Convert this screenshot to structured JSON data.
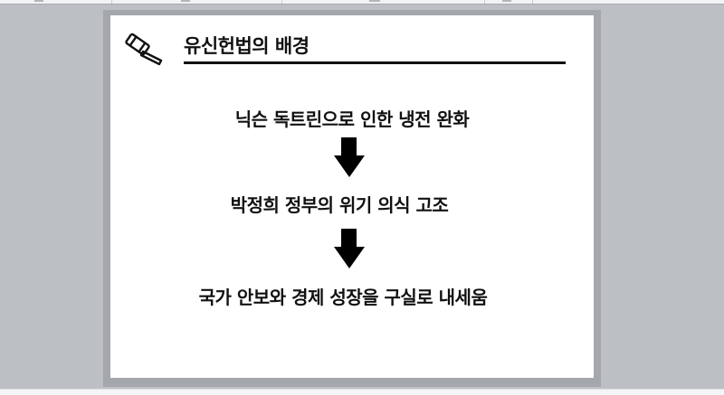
{
  "slide": {
    "title": "유신헌법의 배경",
    "title_icon": "gavel-icon",
    "flow": [
      {
        "text": "닉슨 독트린으로 인한 냉전 완화"
      },
      {
        "text": "박정희 정부의 위기 의식 고조"
      },
      {
        "text": "국가 안보와 경제 성장을 구실로 내세움"
      }
    ],
    "arrow_icon": "arrow-down-icon"
  },
  "colors": {
    "workspace_bg": "#bcc0c5",
    "slide_frame": "#a4a7ac",
    "slide_bg": "#ffffff",
    "text": "#111111"
  }
}
